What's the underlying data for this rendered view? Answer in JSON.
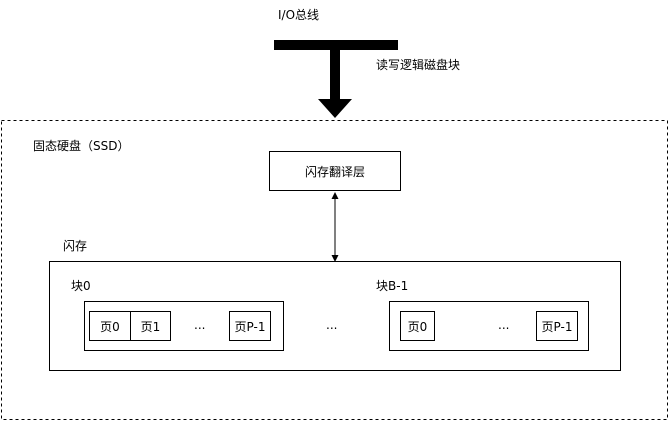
{
  "bus": {
    "label": "I/O总线",
    "arrow_label": "读写逻辑磁盘块"
  },
  "ssd": {
    "label": "固态硬盘（SSD）",
    "ftl_label": "闪存翻译层",
    "flash": {
      "label": "闪存",
      "block_first": {
        "label": "块0",
        "pages": [
          "页0",
          "页1",
          "页P-1"
        ],
        "ellipsis": "..."
      },
      "block_ellipsis": "...",
      "block_last": {
        "label": "块B-1",
        "pages": [
          "页0",
          "页P-1"
        ],
        "ellipsis": "..."
      }
    }
  }
}
